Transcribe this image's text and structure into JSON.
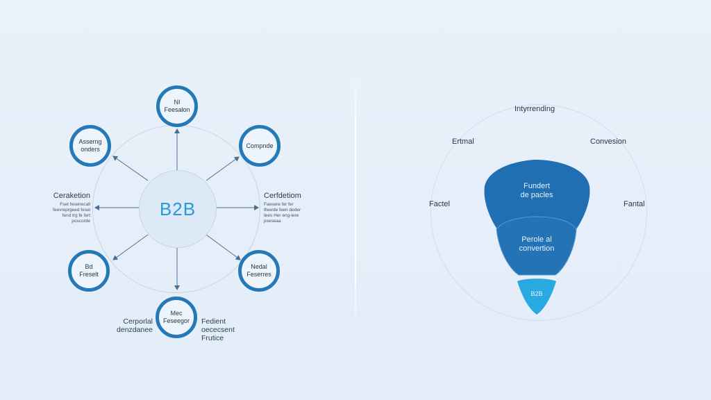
{
  "left": {
    "hub_label": "B2B",
    "nodes": [
      {
        "id": "top",
        "label": "NI\nFeesalon"
      },
      {
        "id": "top-right",
        "label": "Compnde"
      },
      {
        "id": "top-left",
        "label": "Asserng\nonders"
      },
      {
        "id": "bottom-left",
        "label": "Bd\nFreselt"
      },
      {
        "id": "bottom-right",
        "label": "Nedal\nFeserres"
      },
      {
        "id": "bottom",
        "label": "Mec\nFeseegor"
      }
    ],
    "left_side": {
      "title": "Ceraketion",
      "lines": [
        "Fset feselrecall",
        "feevreprgeed fesel",
        "fend trg fe fert",
        "poscorde"
      ]
    },
    "right_side": {
      "title": "Cerfdetiom",
      "lines": [
        "Faesere fer fer",
        "tfeerde feen deder",
        "tees Her eng-lere",
        "pseseaa"
      ]
    },
    "bottom_left_label": "Cerporlal\ndenzdanee",
    "bottom_right_label": "Fedient\noececsent\nFrutice"
  },
  "right": {
    "top_label": "Intyrrending",
    "upper_left_label": "Ertmal",
    "upper_right_label": "Convesion",
    "mid_left_label": "Factel",
    "mid_right_label": "Fantal",
    "funnel_top": "Fundert\nde pacles",
    "funnel_mid": "Perole al\nconvertion",
    "funnel_bottom": "B2B"
  },
  "colors": {
    "node_border": "#2479b6",
    "hub_text": "#2a9ad6",
    "funnel_top": "#1f6fb2",
    "funnel_mid": "#2370b4",
    "funnel_bottom": "#2aa8e0",
    "background": "#e6eff9"
  }
}
